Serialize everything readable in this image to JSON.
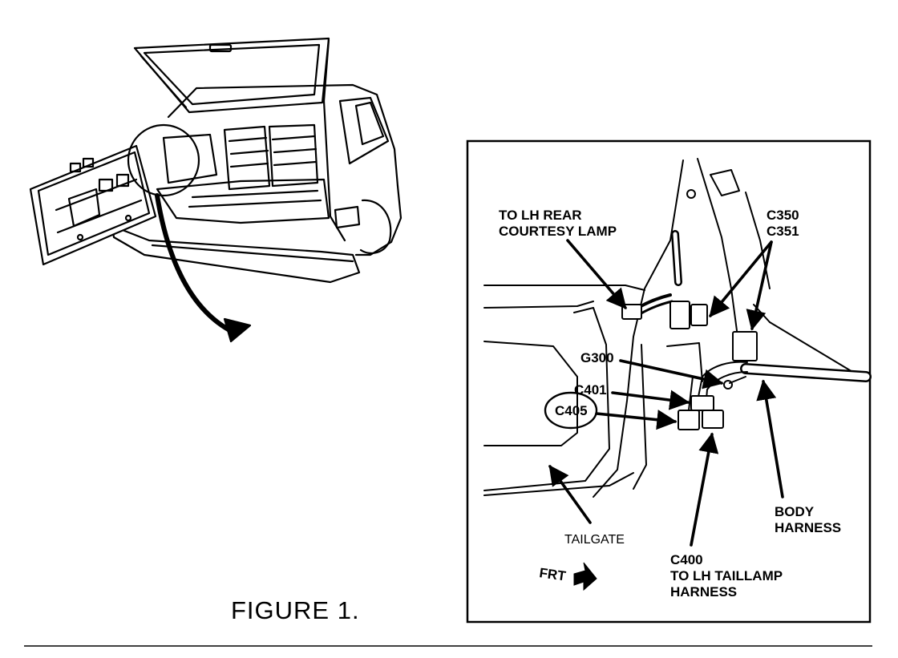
{
  "figure": {
    "caption": "FIGURE 1."
  },
  "detail_labels": {
    "lh_rear_courtesy_lamp": [
      "TO LH REAR",
      "COURTESY LAMP"
    ],
    "c350_c351": [
      "C350",
      "C351"
    ],
    "g300": "G300",
    "c401": "C401",
    "c405": "C405",
    "body_harness": [
      "BODY",
      "HARNESS"
    ],
    "tailgate": "TAILGATE",
    "c400_taillamp": [
      "C400",
      "TO LH TAILLAMP",
      "HARNESS"
    ],
    "frt": "FRT"
  }
}
